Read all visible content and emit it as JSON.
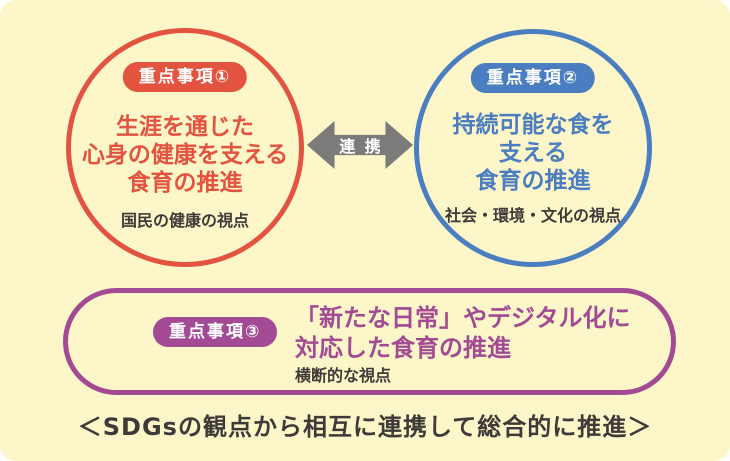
{
  "colors": {
    "background": "#FDF6C8",
    "red": "#E25440",
    "blue": "#4B7EC0",
    "purple": "#A24B94",
    "arrow_gray": "#7B7B79",
    "dark_text": "#3E3A39"
  },
  "priority1": {
    "badge": "重点事項①",
    "title_lines": [
      "生涯を通じた",
      "心身の健康を支える",
      "食育の推進"
    ],
    "subtitle": "国民の健康の視点"
  },
  "priority2": {
    "badge": "重点事項②",
    "title_lines": [
      "持続可能な食を",
      "支える",
      "食育の推進"
    ],
    "subtitle": "社会・環境・文化の視点"
  },
  "priority3": {
    "badge": "重点事項③",
    "title_lines": [
      "「新たな日常」やデジタル化に",
      "対応した食育の推進"
    ],
    "subtitle": "横断的な視点"
  },
  "link": {
    "label": "連 携"
  },
  "footer": {
    "text": "＜SDGsの観点から相互に連携して総合的に推進＞"
  }
}
